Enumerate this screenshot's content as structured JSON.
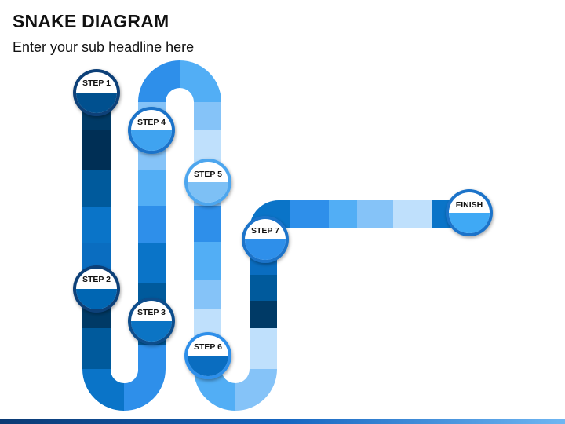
{
  "header": {
    "title": "SNAKE DIAGRAM",
    "subtitle": "Enter your sub headline here"
  },
  "steps": [
    {
      "label": "STEP 1",
      "color": "#00508F"
    },
    {
      "label": "STEP 2",
      "color": "#0066B3"
    },
    {
      "label": "STEP 3",
      "color": "#0B74C4"
    },
    {
      "label": "STEP 4",
      "color": "#3FA3F0"
    },
    {
      "label": "STEP 5",
      "color": "#7DC0F5"
    },
    {
      "label": "STEP 6",
      "color": "#0A6DC0"
    },
    {
      "label": "STEP 7",
      "color": "#2E8FEA"
    },
    {
      "label": "FINISH",
      "color": "#3FA9F5"
    }
  ],
  "colors": {
    "darkest": "#003A66",
    "dark": "#005A9C",
    "medium": "#0A74C8",
    "bright": "#2E8FEA",
    "light": "#52AEF5",
    "lighter": "#85C3F8",
    "lightest": "#BFE0FC",
    "accent_bar": "#0B3A73"
  }
}
